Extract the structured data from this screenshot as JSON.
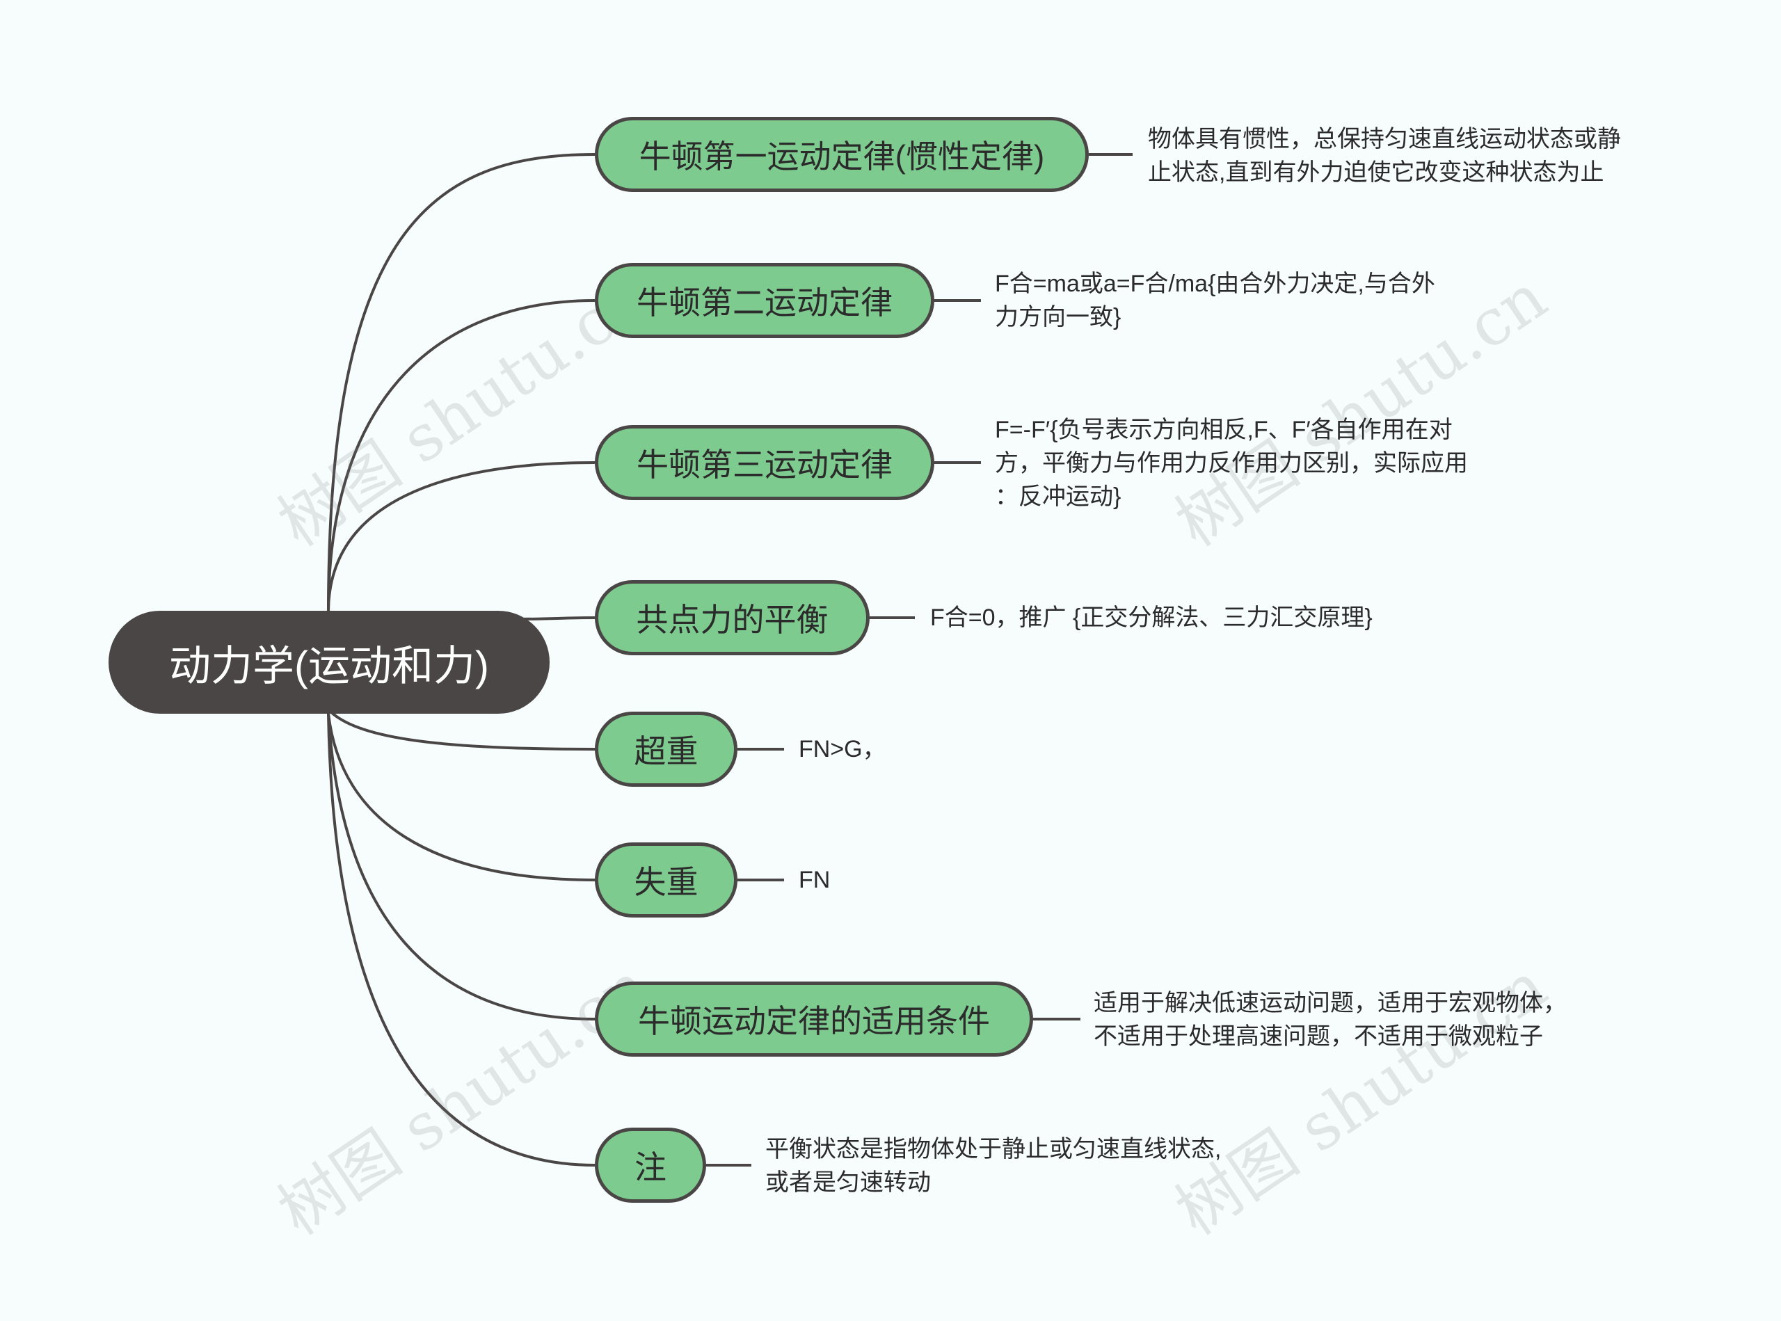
{
  "root": {
    "label": "动力学(运动和力)"
  },
  "branches": [
    {
      "label": "牛顿第一运动定律(惯性定律)",
      "note": [
        "物体具有惯性，总保持匀速直线运动状态或静",
        "止状态,直到有外力迫使它改变这种状态为止"
      ]
    },
    {
      "label": "牛顿第二运动定律",
      "note": [
        "F合=ma或a=F合/ma{由合外力决定,与合外",
        "力方向一致}"
      ]
    },
    {
      "label": "牛顿第三运动定律",
      "note": [
        "F=-F′{负号表示方向相反,F、F′各自作用在对",
        "方，平衡力与作用力反作用力区别，实际应用",
        "：反冲运动}"
      ]
    },
    {
      "label": "共点力的平衡",
      "note": [
        "F合=0，推广 {正交分解法、三力汇交原理}"
      ]
    },
    {
      "label": "超重",
      "note": [
        "FN>G，"
      ]
    },
    {
      "label": "失重",
      "note": [
        "FN"
      ]
    },
    {
      "label": "牛顿运动定律的适用条件",
      "note": [
        "适用于解决低速运动问题，适用于宏观物体，",
        "不适用于处理高速问题，不适用于微观粒子"
      ]
    },
    {
      "label": "注",
      "note": [
        "平衡状态是指物体处于静止或匀速直线状态,",
        "或者是匀速转动"
      ]
    }
  ],
  "watermark": "树图 shutu.cn",
  "colors": {
    "root_fill": "#4a4646",
    "branch_fill": "#7ecb8f",
    "line": "#4a4646",
    "background": "#f7fdfd"
  }
}
